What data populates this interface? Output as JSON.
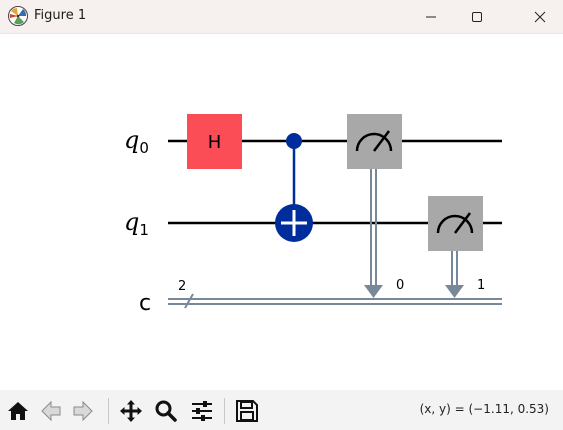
{
  "window": {
    "title": "Figure 1"
  },
  "circuit": {
    "qubits": [
      {
        "base": "q",
        "index": "0"
      },
      {
        "base": "q",
        "index": "1"
      }
    ],
    "classical_register": {
      "label": "c",
      "size": "2"
    },
    "gates": [
      {
        "type": "H",
        "qubit": 0,
        "label": "H",
        "color": "#fa4d56"
      },
      {
        "type": "CX",
        "control": 0,
        "target": 1,
        "color": "#002d9c"
      },
      {
        "type": "measure",
        "qubit": 0,
        "clbit": "0",
        "color": "#a8a8a8"
      },
      {
        "type": "measure",
        "qubit": 1,
        "clbit": "1",
        "color": "#a8a8a8"
      }
    ],
    "wire_color": "#000000",
    "classical_wire_color": "#778899"
  },
  "toolbar": {
    "icons": [
      "home-icon",
      "back-arrow-icon",
      "forward-arrow-icon",
      "pan-icon",
      "zoom-icon",
      "configure-subplots-icon",
      "save-icon"
    ],
    "coords_text": "(x, y) = (−1.11, 0.53)"
  }
}
